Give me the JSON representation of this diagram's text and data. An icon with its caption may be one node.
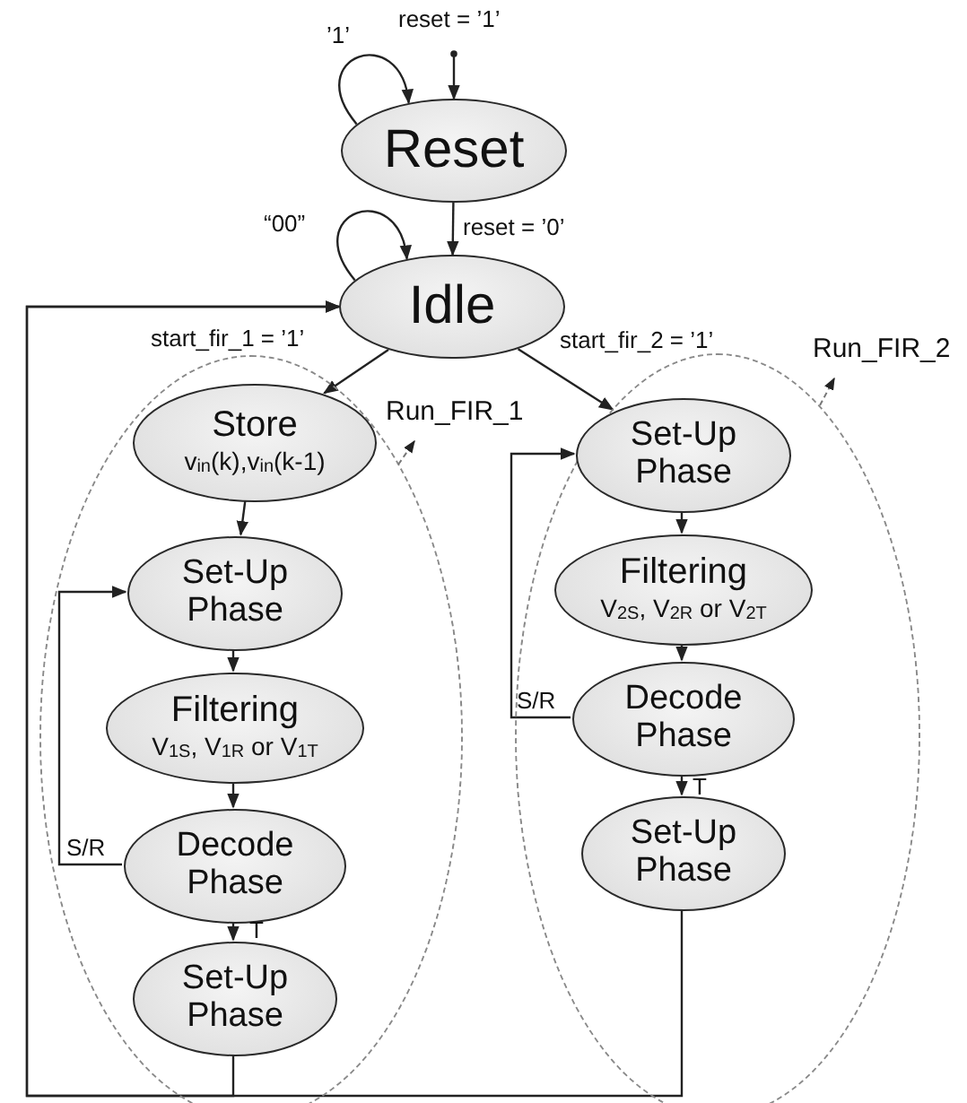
{
  "diagram": {
    "nodes": [
      {
        "text": [
          "Reset"
        ]
      },
      {
        "text": [
          "Idle"
        ]
      },
      {
        "text": [
          "Run_FIR_1"
        ]
      },
      {
        "text": [
          "Store",
          "v$_{in}$(k),v$_{in}$(k-1)"
        ],
        "in": 2
      },
      {
        "text": [
          "Set-Up Phase"
        ],
        "in": 2
      },
      {
        "text": [
          "Filtering",
          "V$_{1S}$, V$_{1R}$ or V$_{1T}$"
        ],
        "in": 2
      },
      {
        "text": [
          "Decode Phase"
        ],
        "in": 2
      },
      {
        "text": [
          "Set-Up Phase"
        ],
        "in": 2
      },
      {
        "text": [
          "Run_FIR_2"
        ]
      },
      {
        "text": [
          "Set-Up Phase"
        ],
        "in": 8
      },
      {
        "text": [
          "Filtering",
          "V$_{2S}$, V$_{2R}$ or V$_{2T}$"
        ],
        "in": 8
      },
      {
        "text": [
          "Decode Phase"
        ],
        "in": 8
      },
      {
        "text": [
          "Set-Up Phase"
        ],
        "in": 8
      }
    ],
    "edges": [
      {
        "from": null,
        "to": 0,
        "arrow": "to",
        "label": "reset = ’1’"
      },
      {
        "from": 0,
        "to": 0,
        "arrow": "to",
        "label": "’1’"
      },
      {
        "from": 0,
        "to": 1,
        "arrow": "to",
        "label": "reset = ’0’"
      },
      {
        "from": 1,
        "to": 1,
        "arrow": "to",
        "label": "“00”"
      },
      {
        "from": 1,
        "to": 3,
        "arrow": "to",
        "label": "start_fir_1 = ’1’"
      },
      {
        "from": 1,
        "to": 9,
        "arrow": "to",
        "label": "start_fir_2 = ’1’"
      },
      {
        "from": 3,
        "to": 4,
        "arrow": "to"
      },
      {
        "from": 4,
        "to": 5,
        "arrow": "to"
      },
      {
        "from": 5,
        "to": 6,
        "arrow": "to"
      },
      {
        "from": 6,
        "to": 4,
        "arrow": "to",
        "label": "S/R"
      },
      {
        "from": 6,
        "to": 7,
        "arrow": "to",
        "label": "T"
      },
      {
        "from": 7,
        "to": 1,
        "arrow": "to"
      },
      {
        "from": 9,
        "to": 10,
        "arrow": "to"
      },
      {
        "from": 10,
        "to": 11,
        "arrow": "to"
      },
      {
        "from": 11,
        "to": 9,
        "arrow": "to",
        "label": "S/R"
      },
      {
        "from": 11,
        "to": 12,
        "arrow": "to",
        "label": "T"
      },
      {
        "from": 12,
        "to": 1,
        "arrow": "to"
      }
    ]
  }
}
